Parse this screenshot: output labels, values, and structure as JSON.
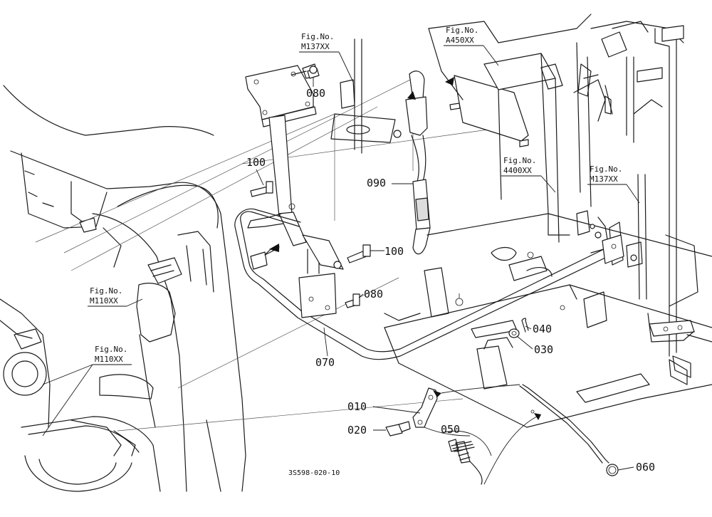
{
  "figure_refs": [
    {
      "fig_label": "Fig.No.",
      "fig_no": "M137XX"
    },
    {
      "fig_label": "Fig.No.",
      "fig_no": "A450XX"
    },
    {
      "fig_label": "Fig.No.",
      "fig_no": "4400XX"
    },
    {
      "fig_label": "Fig.No.",
      "fig_no": "M137XX"
    },
    {
      "fig_label": "Fig.No.",
      "fig_no": "M110XX"
    },
    {
      "fig_label": "Fig.No.",
      "fig_no": "M110XX"
    }
  ],
  "callouts": {
    "c080a": "080",
    "c100a": "100",
    "c090": "090",
    "c100b": "100",
    "c080b": "080",
    "c040": "040",
    "c030": "030",
    "c070": "070",
    "c010": "010",
    "c020": "020",
    "c050": "050",
    "c060": "060"
  },
  "drawing_code": "3S598-020-10"
}
